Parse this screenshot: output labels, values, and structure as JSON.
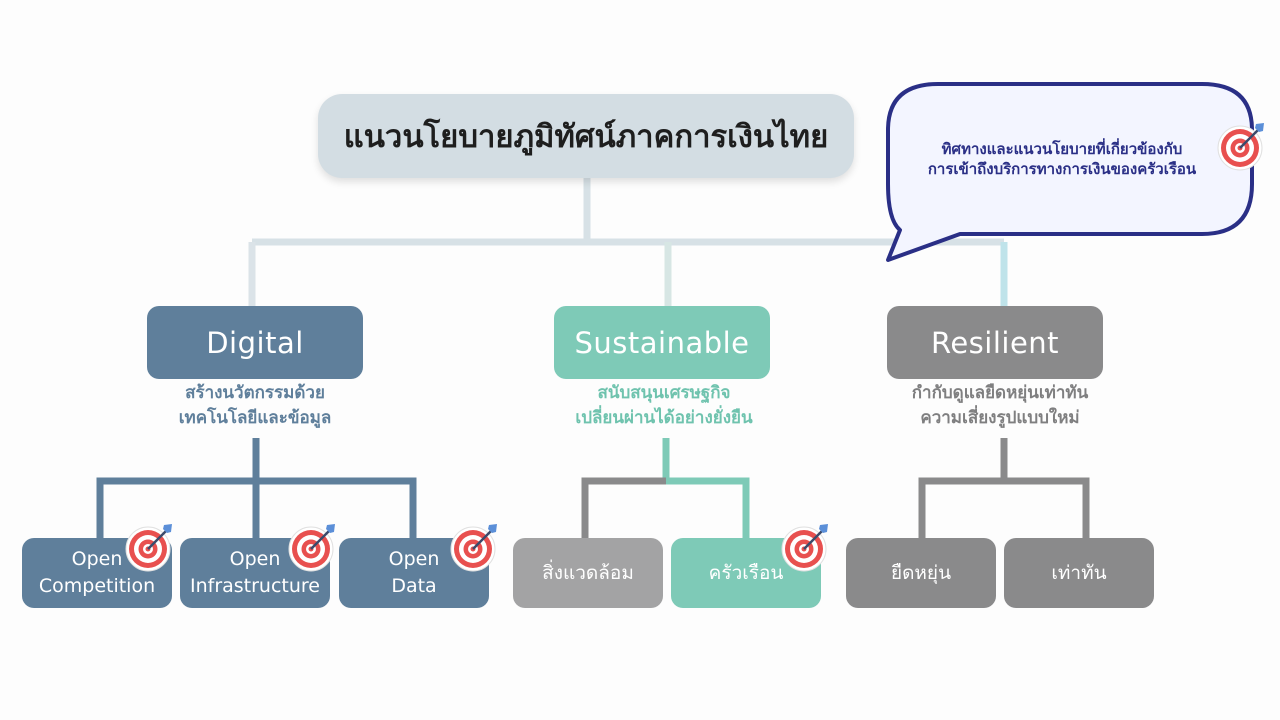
{
  "title": "แนวนโยบายภูมิทัศน์ภาคการเงินไทย",
  "callout": {
    "line1": "ทิศทางและแนวนโยบายที่เกี่ยวข้องกับ",
    "line2": "การเข้าถึงบริการทางการเงินของครัวเรือน"
  },
  "pillars": [
    {
      "label": "Digital",
      "desc": [
        "สร้างนวัตกรรมด้วย",
        "เทคโนโลยีและข้อมูล"
      ],
      "color": "#5f7f9b",
      "children": [
        {
          "line1": "Open",
          "line2": "Competition",
          "targeted": true
        },
        {
          "line1": "Open",
          "line2": "Infrastructure",
          "targeted": true
        },
        {
          "line1": "Open",
          "line2": "Data",
          "targeted": true
        }
      ]
    },
    {
      "label": "Sustainable",
      "desc": [
        "สนับสนุนเศรษฐกิจ",
        "เปลี่ยนผ่านได้อย่างยั่งยืน"
      ],
      "color": "#7ecab7",
      "children": [
        {
          "line1": "สิ่งแวดล้อม",
          "targeted": false
        },
        {
          "line1": "ครัวเรือน",
          "targeted": true
        }
      ]
    },
    {
      "label": "Resilient",
      "desc": [
        "กำกับดูแลยืดหยุ่นเท่าทัน",
        "ความเสี่ยงรูปแบบใหม่"
      ],
      "color": "#8a8a8b",
      "children": [
        {
          "line1": "ยืดหยุ่น",
          "targeted": false
        },
        {
          "line1": "เท่าทัน",
          "targeted": false
        }
      ]
    }
  ],
  "icons": {
    "target": "target-with-arrow-icon"
  },
  "colors": {
    "title_bg": "#d3dde3",
    "connector_top": "#d7e1e6",
    "callout_border": "#2a2f86",
    "callout_text": "#2a2f86"
  }
}
